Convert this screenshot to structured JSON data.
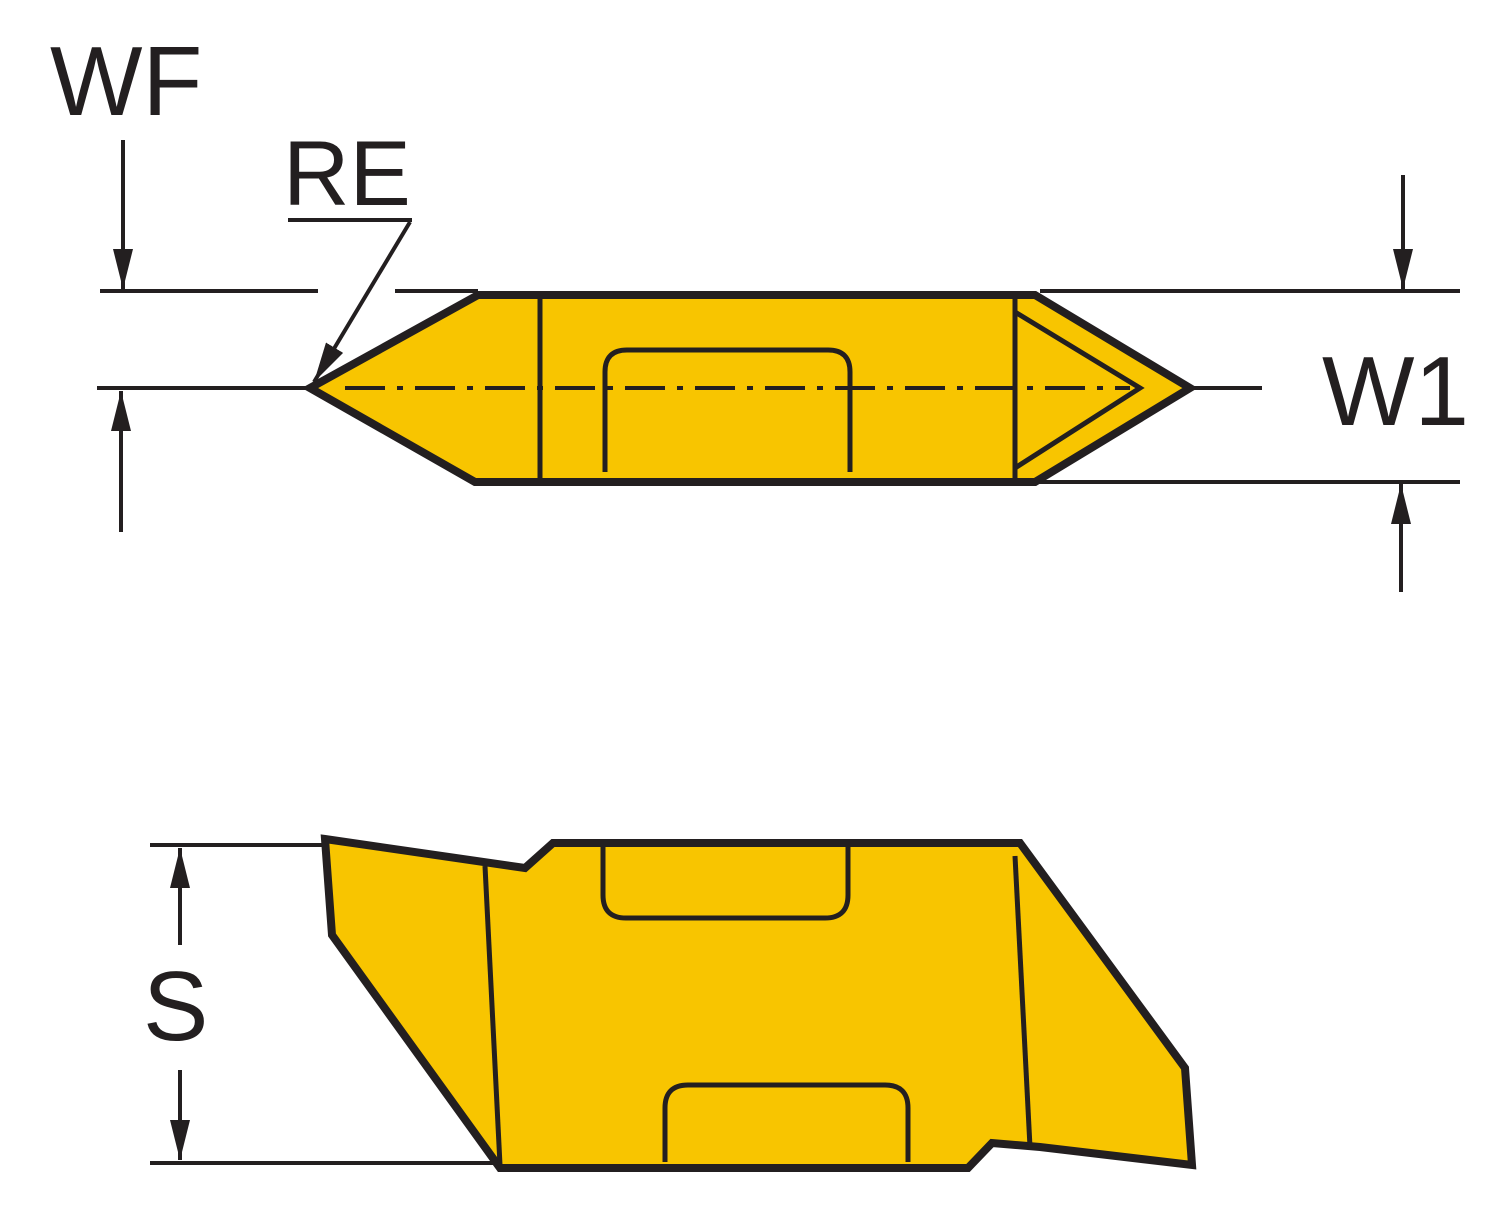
{
  "diagram": {
    "labels": {
      "wf": "WF",
      "re": "RE",
      "w1": "W1",
      "s": "S"
    },
    "colors": {
      "insert_fill": "#F8C500",
      "outline": "#231f20"
    }
  }
}
